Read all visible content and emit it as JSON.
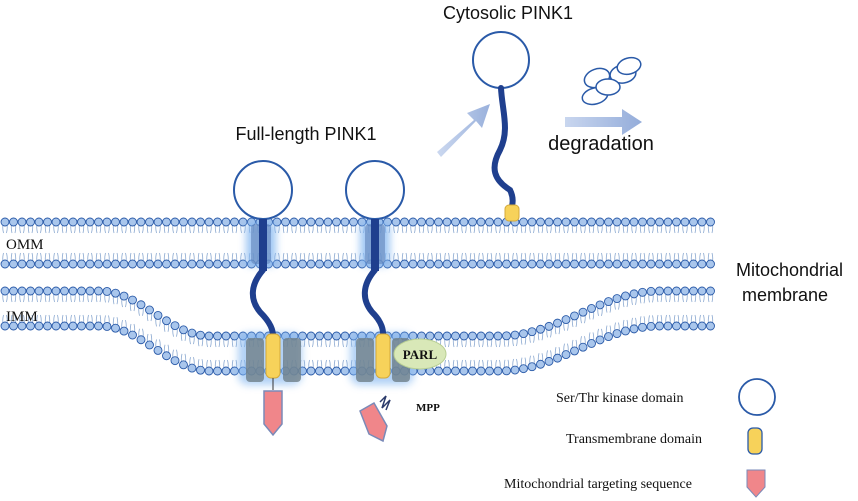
{
  "labels": {
    "cytosolic": "Cytosolic PINK1",
    "full_length": "Full-length PINK1",
    "degradation": "degradation",
    "omm": "OMM",
    "imm": "IMM",
    "mito_line1": "Mitochondrial",
    "mito_line2": "membrane",
    "parl": "PARL",
    "mpp": "MPP"
  },
  "legend": {
    "kinase": "Ser/Thr kinase domain",
    "transmembrane": "Transmembrane domain",
    "targeting": "Mitochondrial targeting sequence"
  },
  "colors": {
    "bead_fill": "#a9c6ec",
    "bead_stroke": "#2a5aa8",
    "chain": "#1f3f8e",
    "tm_domain": "#f7d25a",
    "mts": "#f0868a",
    "arrow": "#9db4de",
    "glow": "#7fb4f0",
    "parl": "#d9e8b8"
  }
}
